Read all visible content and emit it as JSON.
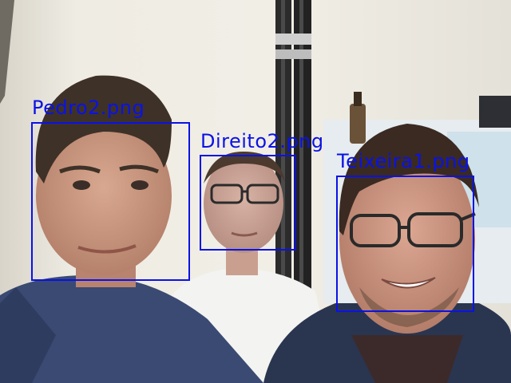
{
  "detections": [
    {
      "label": "Pedro2.png"
    },
    {
      "label": "Direito2.png"
    },
    {
      "label": "Teixeira1.png"
    }
  ],
  "colors": {
    "box": "#0a12e6",
    "wall": "#ece9e1",
    "shirt_left": "#3a4a72",
    "shirt_middle": "#f2f2f0",
    "shirt_right": "#2a3550"
  }
}
